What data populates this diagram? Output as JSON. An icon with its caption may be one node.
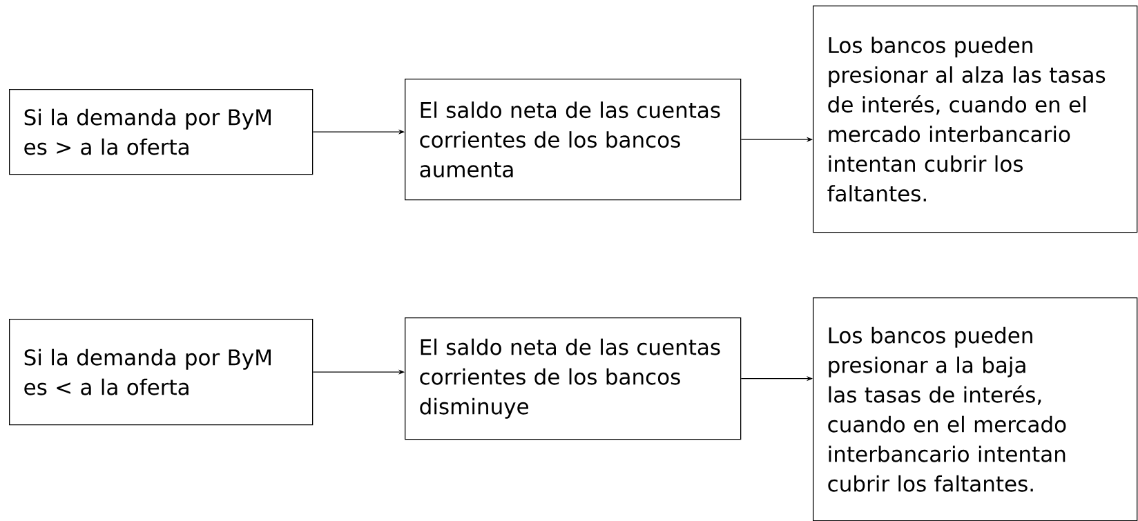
{
  "diagram": {
    "nodes": [
      {
        "text": [
          "Si la demanda por ByM es > a la oferta"
        ]
      },
      {
        "text": [
          "El saldo neta de las cuentas corrientes de los bancos aumenta"
        ]
      },
      {
        "text": [
          "Los bancos pueden presionar al alza las tasas de interés, cuando en el mercado interbancario intentan cubrir los faltantes."
        ]
      },
      {
        "text": [
          "Si la demanda por ByM es < a la oferta"
        ]
      },
      {
        "text": [
          "El saldo neta de las cuentas corrientes de los bancos disminuye"
        ]
      },
      {
        "text": [
          "Los bancos pueden presionar a la baja las tasas de interés, cuando en el mercado interbancario intentan cubrir los faltantes."
        ]
      }
    ],
    "edges": [
      {
        "from": 0,
        "to": 1,
        "arrow": "to"
      },
      {
        "from": 1,
        "to": 2,
        "arrow": "to"
      },
      {
        "from": 3,
        "to": 4,
        "arrow": "to"
      },
      {
        "from": 4,
        "to": 5,
        "arrow": "to"
      }
    ]
  }
}
